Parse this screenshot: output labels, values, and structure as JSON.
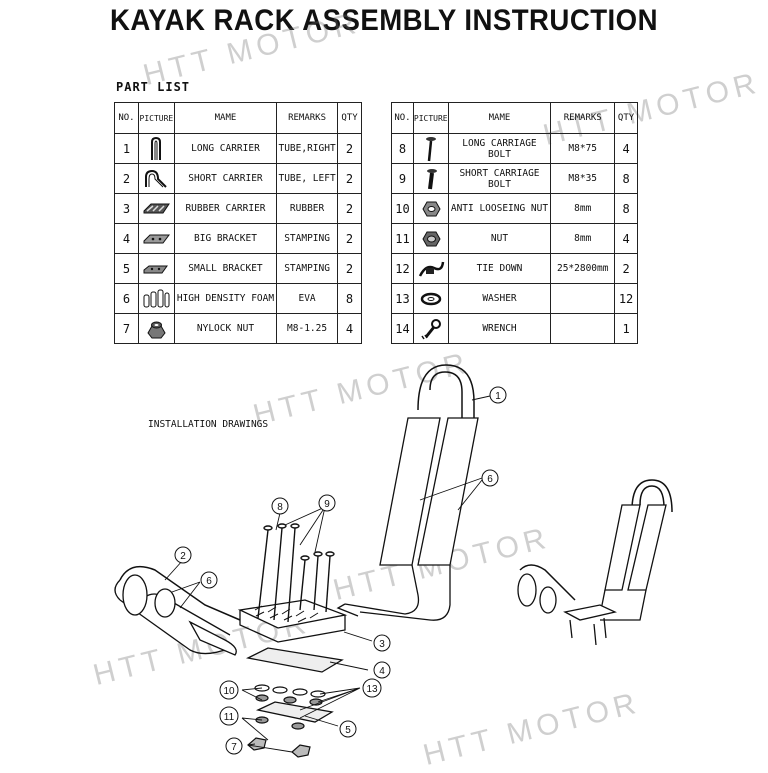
{
  "title": "KAYAK RACK ASSEMBLY INSTRUCTION",
  "part_list_label": "PART LIST",
  "installation_label": "INSTALLATION DRAWINGS",
  "watermark": "HTT MOTOR",
  "left_table": {
    "headers": {
      "no": "NO.",
      "picture": "PICTURE",
      "name": "MAME",
      "remarks": "REMARKS",
      "qty": "QTY"
    },
    "rows": [
      {
        "no": "1",
        "icon": "long-carrier-icon",
        "name": "LONG CARRIER",
        "remarks": "TUBE,RIGHT",
        "qty": "2"
      },
      {
        "no": "2",
        "icon": "short-carrier-icon",
        "name": "SHORT CARRIER",
        "remarks": "TUBE, LEFT",
        "qty": "2"
      },
      {
        "no": "3",
        "icon": "rubber-carrier-icon",
        "name": "RUBBER CARRIER",
        "remarks": "RUBBER",
        "qty": "2"
      },
      {
        "no": "4",
        "icon": "big-bracket-icon",
        "name": "BIG BRACKET",
        "remarks": "STAMPING",
        "qty": "2"
      },
      {
        "no": "5",
        "icon": "small-bracket-icon",
        "name": "SMALL BRACKET",
        "remarks": "STAMPING",
        "qty": "2"
      },
      {
        "no": "6",
        "icon": "foam-icon",
        "name": "HIGH DENSITY FOAM",
        "remarks": "EVA",
        "qty": "8"
      },
      {
        "no": "7",
        "icon": "nylock-nut-icon",
        "name": "NYLOCK NUT",
        "remarks": "M8-1.25",
        "qty": "4"
      }
    ]
  },
  "right_table": {
    "headers": {
      "no": "NO.",
      "picture": "PICTURE",
      "name": "MAME",
      "remarks": "REMARKS",
      "qty": "QTY"
    },
    "rows": [
      {
        "no": "8",
        "icon": "long-bolt-icon",
        "name": "LONG CARRIAGE BOLT",
        "remarks": "M8*75",
        "qty": "4"
      },
      {
        "no": "9",
        "icon": "short-bolt-icon",
        "name": "SHORT CARRIAGE BOLT",
        "remarks": "M8*35",
        "qty": "8"
      },
      {
        "no": "10",
        "icon": "anti-loosening-nut-icon",
        "name": "ANTI LOOSEING NUT",
        "remarks": "8mm",
        "qty": "8"
      },
      {
        "no": "11",
        "icon": "nut-icon",
        "name": "NUT",
        "remarks": "8mm",
        "qty": "4"
      },
      {
        "no": "12",
        "icon": "tie-down-icon",
        "name": "TIE DOWN",
        "remarks": "25*2800mm",
        "qty": "2"
      },
      {
        "no": "13",
        "icon": "washer-icon",
        "name": "WASHER",
        "remarks": "",
        "qty": "12"
      },
      {
        "no": "14",
        "icon": "wrench-icon",
        "name": "WRENCH",
        "remarks": "",
        "qty": "1"
      }
    ]
  },
  "callouts": [
    "1",
    "2",
    "3",
    "4",
    "5",
    "6",
    "7",
    "8",
    "9",
    "10",
    "11",
    "13"
  ]
}
